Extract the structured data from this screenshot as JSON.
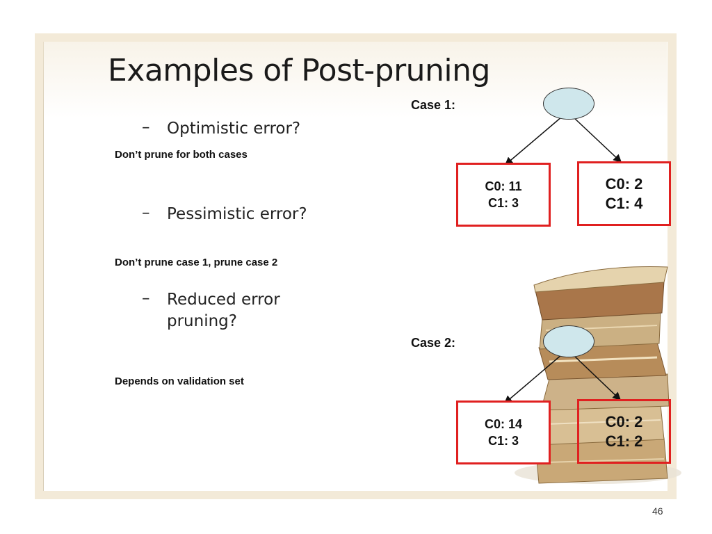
{
  "slide": {
    "title": "Examples of Post-pruning",
    "number": "46"
  },
  "bullets": [
    {
      "dash": "–",
      "lines": [
        "Optimistic error?"
      ]
    },
    {
      "dash": "–",
      "lines": [
        "Pessimistic error?"
      ]
    },
    {
      "dash": "–",
      "lines": [
        "Reduced error",
        "pruning?"
      ]
    }
  ],
  "answers": [
    "Don’t prune for both cases",
    "Don’t prune case 1, prune case 2",
    "Depends on validation set"
  ],
  "cases": [
    {
      "label": "Case 1:",
      "left_leaf": [
        "C0: 11",
        "C1: 3"
      ],
      "right_leaf": [
        "C0: 2",
        "C1: 4"
      ]
    },
    {
      "label": "Case 2:",
      "left_leaf": [
        "C0: 14",
        "C1: 3"
      ],
      "right_leaf": [
        "C0: 2",
        "C1: 2"
      ]
    }
  ],
  "colors": {
    "leaf_border": "#e02020",
    "node_fill": "#cfe7ec",
    "frame": "#f3ead8"
  }
}
